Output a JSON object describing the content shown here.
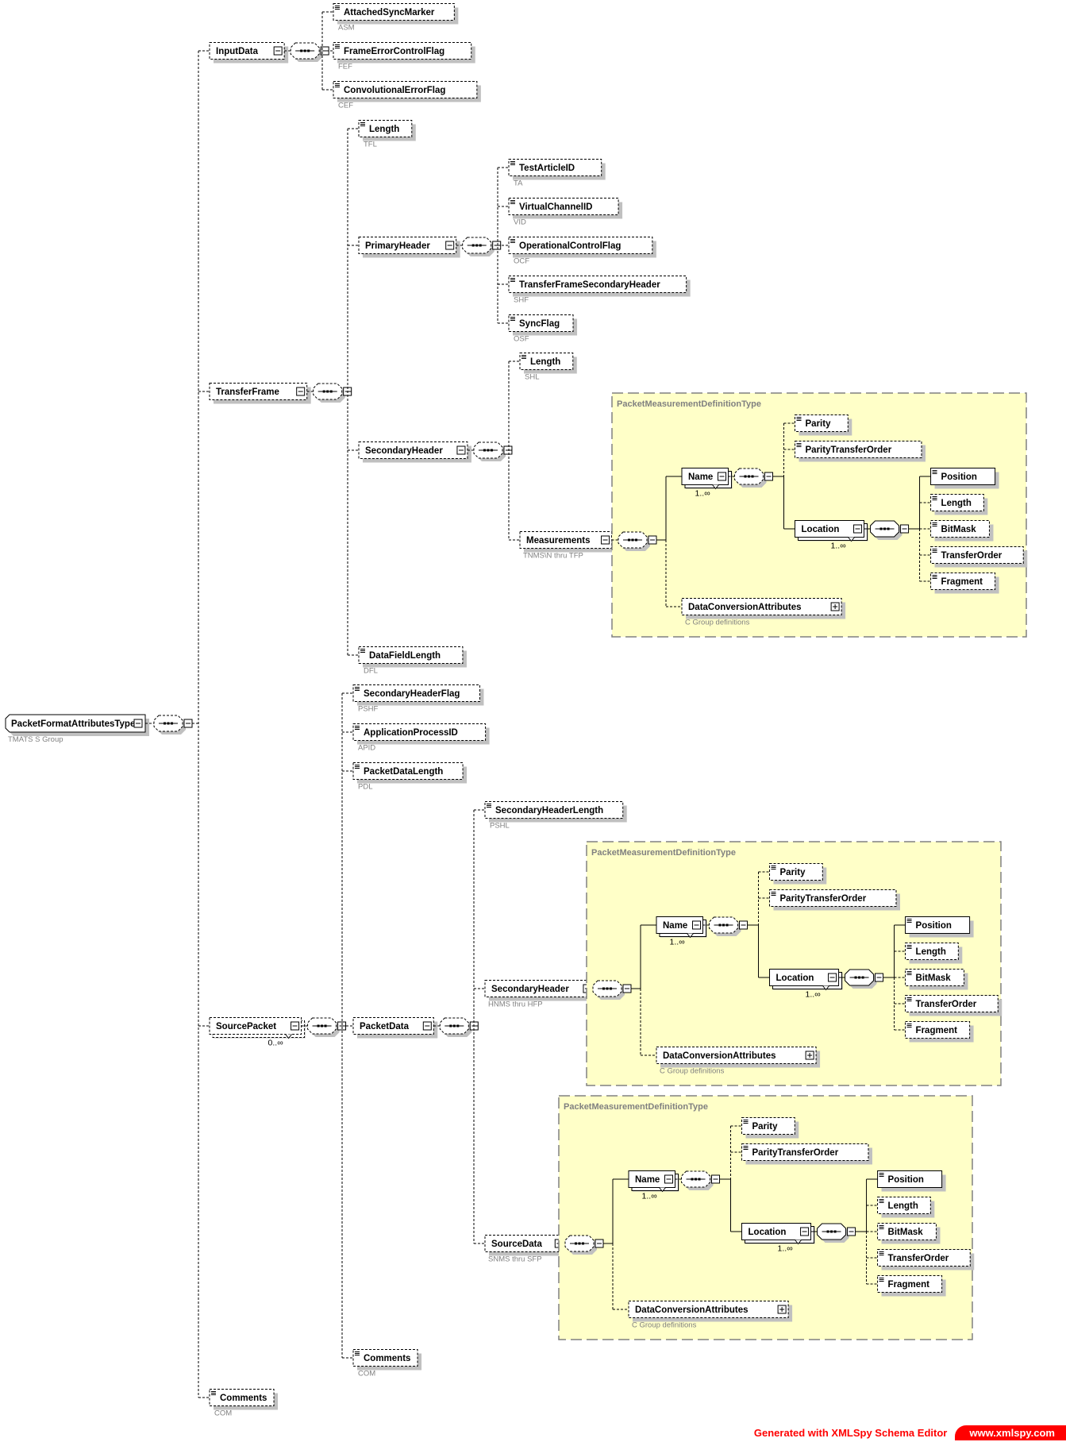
{
  "root": {
    "name": "PacketFormatAttributesType",
    "annotation": "TMATS S Group"
  },
  "top_children": {
    "input_data": {
      "name": "InputData",
      "children": [
        {
          "name": "AttachedSyncMarker",
          "annotation": "ASM"
        },
        {
          "name": "FrameErrorControlFlag",
          "annotation": "FEF"
        },
        {
          "name": "ConvolutionalErrorFlag",
          "annotation": "CEF"
        }
      ]
    },
    "transfer_frame": {
      "name": "TransferFrame",
      "length": {
        "name": "Length",
        "annotation": "TFL"
      },
      "primary_header": {
        "name": "PrimaryHeader",
        "children": [
          {
            "name": "TestArticleID",
            "annotation": "TA"
          },
          {
            "name": "VirtualChannelID",
            "annotation": "VID"
          },
          {
            "name": "OperationalControlFlag",
            "annotation": "OCF"
          },
          {
            "name": "TransferFrameSecondaryHeader",
            "annotation": "SHF"
          },
          {
            "name": "SyncFlag",
            "annotation": "OSF"
          }
        ]
      },
      "secondary_header": {
        "name": "SecondaryHeader",
        "length": {
          "name": "Length",
          "annotation": "SHL"
        },
        "measurements": {
          "name": "Measurements",
          "annotation": "TNMS\\N thru TFP"
        }
      },
      "data_field_length": {
        "name": "DataFieldLength",
        "annotation": "DFL"
      }
    },
    "source_packet": {
      "name": "SourcePacket",
      "occurrence": "0..∞",
      "children": [
        {
          "name": "SecondaryHeaderFlag",
          "annotation": "PSHF"
        },
        {
          "name": "ApplicationProcessID",
          "annotation": "APID"
        },
        {
          "name": "PacketDataLength",
          "annotation": "PDL"
        }
      ],
      "packet_data": {
        "name": "PacketData",
        "secondary_header_length": {
          "name": "SecondaryHeaderLength",
          "annotation": "PSHL"
        },
        "secondary_header": {
          "name": "SecondaryHeader",
          "annotation": "HNMS thru HFP"
        },
        "source_data": {
          "name": "SourceData",
          "annotation": "SNMS thru SFP"
        }
      },
      "comments": {
        "name": "Comments",
        "annotation": "COM"
      }
    },
    "comments": {
      "name": "Comments",
      "annotation": "COM"
    }
  },
  "measurement_type": {
    "title": "PacketMeasurementDefinitionType",
    "name": {
      "name": "Name",
      "occurrence": "1..∞"
    },
    "parity": "Parity",
    "parity_transfer_order": "ParityTransferOrder",
    "location": {
      "name": "Location",
      "occurrence": "1..∞"
    },
    "location_children": [
      "Position",
      "Length",
      "BitMask",
      "TransferOrder",
      "Fragment"
    ],
    "data_conversion": {
      "name": "DataConversionAttributes",
      "annotation": "C Group definitions"
    }
  },
  "footer": {
    "generated": "Generated with XMLSpy Schema Editor",
    "url": "www.xmlspy.com"
  },
  "colors": {
    "type_box_fill": "#ffffc8",
    "type_box_border": "#808080",
    "annotation_text": "#808080",
    "shadow": "#c0c0c0",
    "footer_red": "#ff0000"
  }
}
